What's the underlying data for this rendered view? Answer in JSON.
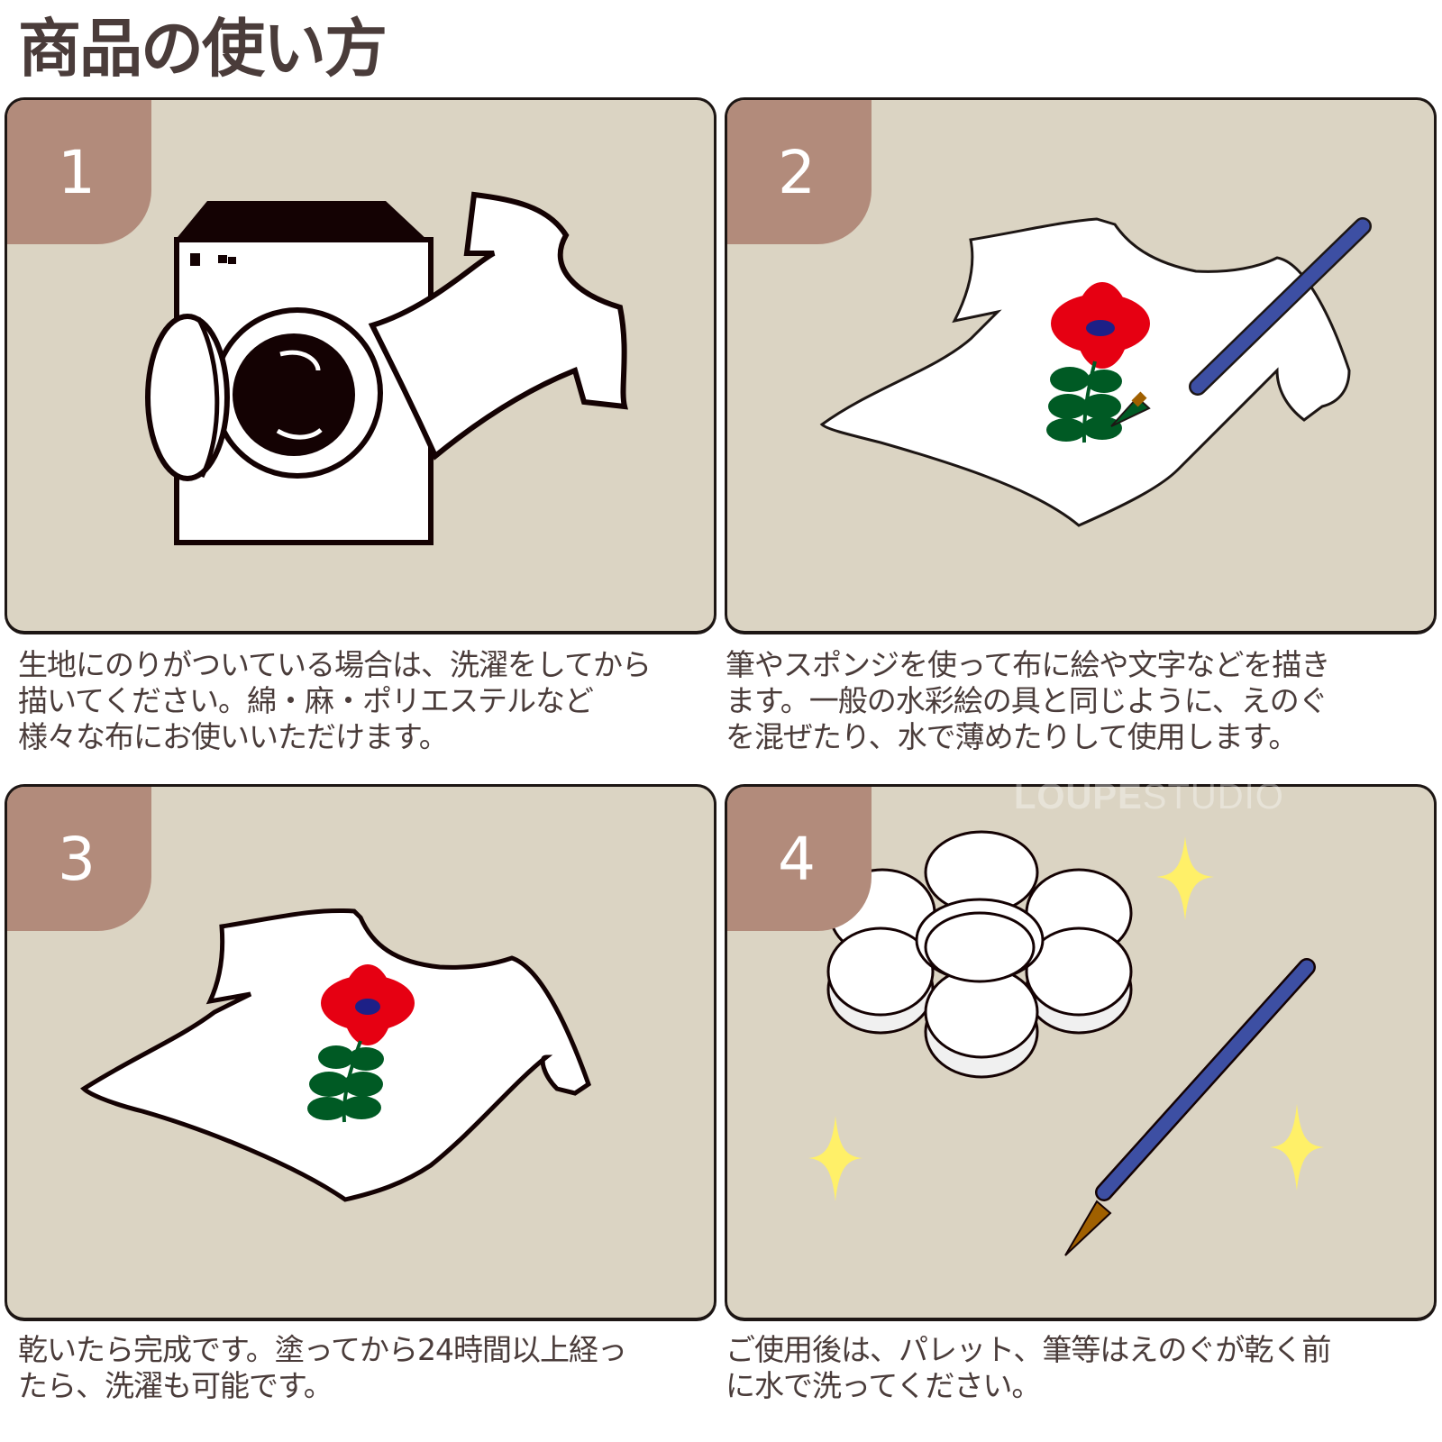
{
  "title": "商品の使い方",
  "colors": {
    "title_text": "#4a3c3a",
    "panel_bg": "#dbd4c3",
    "badge_bg": "#b28b7b",
    "outline": "#1d1614",
    "flower_red": "#e60012",
    "flower_center": "#1d2087",
    "leaf_green": "#005a24",
    "brush_blue": "#3d4fa3",
    "sparkle_yellow": "#fff068"
  },
  "steps": [
    {
      "number": "1",
      "illustration": "washing-machine-with-shirt",
      "lines": [
        "生地にのりがついている場合は、洗濯をしてから",
        "描いてください。綿・麻・ポリエステルなど",
        "様々な布にお使いいただけます。"
      ]
    },
    {
      "number": "2",
      "illustration": "brush-painting-flower-on-shirt",
      "lines": [
        "筆やスポンジを使って布に絵や文字などを描き",
        "ます。一般の水彩絵の具と同じように、えのぐ",
        "を混ぜたり、水で薄めたりして使用します。"
      ]
    },
    {
      "number": "3",
      "illustration": "shirt-with-painted-flower",
      "lines": [
        "乾いたら完成です。塗ってから24時間以上経っ",
        "たら、洗濯も可能です。"
      ]
    },
    {
      "number": "4",
      "illustration": "clean-palette-and-brush-with-sparkles",
      "lines": [
        "ご使用後は、パレット、筆等はえのぐが乾く前",
        "に水で洗ってください。"
      ]
    }
  ],
  "watermark": {
    "bold": "LOUPE",
    "light": "STUDIO"
  }
}
